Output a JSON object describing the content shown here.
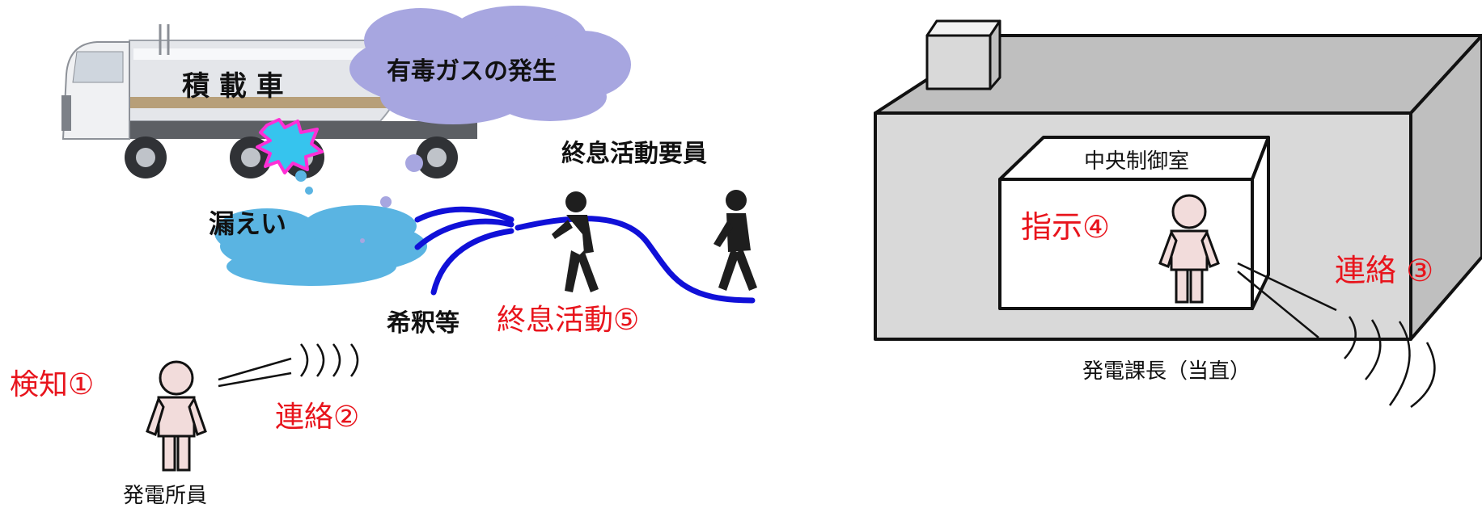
{
  "labels": {
    "truck": "積 載 車",
    "toxic_gas": "有毒ガスの発生",
    "leak": "漏えい",
    "dilution": "希釈等",
    "containment_activity": "終息活動⑤",
    "response_personnel": "終息活動要員",
    "detection": "検知①",
    "contact_2": "連絡②",
    "staff": "発電所員",
    "control_room": "中央制御室",
    "instruction": "指示④",
    "contact_3": "連絡 ③",
    "shift_manager": "発電課長（当直）"
  },
  "colors": {
    "highlight_text": "#e8141c",
    "gas_cloud": "#a7a6e0",
    "leak_puddle": "#5ab4e2",
    "hose": "#1010d8",
    "flash": "#36c4ee",
    "flash_border": "#ff2fd6",
    "building_gray": "#d9d9d9",
    "person_skin": "#f2dcdb"
  }
}
